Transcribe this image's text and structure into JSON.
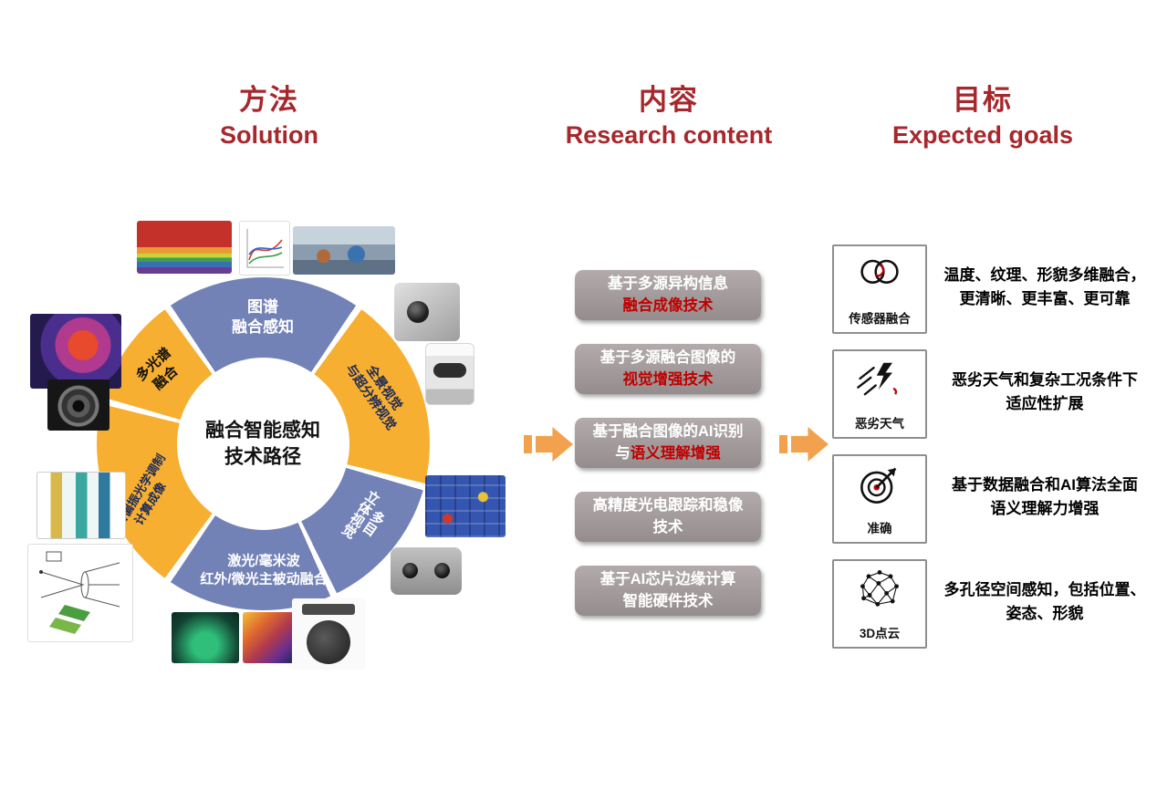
{
  "headers": {
    "solution": {
      "zh": "方法",
      "en": "Solution"
    },
    "research": {
      "zh": "内容",
      "en": "Research content"
    },
    "goals": {
      "zh": "目标",
      "en": "Expected goals"
    }
  },
  "wheel": {
    "center": {
      "line1": "融合智能感知",
      "line2": "技术路径"
    },
    "segments": {
      "top": {
        "line1": "图谱",
        "line2": "融合感知",
        "color": "blue"
      },
      "ne": {
        "line1": "全景视觉",
        "line2": "与超分辨视觉",
        "color": "yellow"
      },
      "se": {
        "line1": "多目",
        "line2": "立体视觉",
        "color": "blue"
      },
      "bottom": {
        "line1": "激光/毫米波",
        "line2": "红外/微光主被动融合",
        "color": "blue"
      },
      "sw": {
        "line1": "光谱偏振光学调制",
        "line2": "计算成像",
        "color": "yellow"
      },
      "nw": {
        "line1": "多光谱",
        "line2": "融合",
        "color": "yellow"
      }
    }
  },
  "research_boxes": [
    {
      "line1": "基于多源异构信息",
      "line2_red": "融合成像技术"
    },
    {
      "line1": "基于多源融合图像的",
      "line2_red": "视觉增强技术"
    },
    {
      "line1": "基于融合图像的AI识别",
      "line2_prefix": "与",
      "line2_red": "语义理解增强"
    },
    {
      "line1": "高精度光电跟踪和稳像",
      "line2": "技术"
    },
    {
      "line1": "基于AI芯片边缘计算",
      "line2": "智能硬件技术"
    }
  ],
  "goals": [
    {
      "icon": "sensor-fusion-icon",
      "caption": "传感器融合",
      "desc_line1": "温度、纹理、形貌多维融合，",
      "desc_line2": "更清晰、更丰富、更可靠"
    },
    {
      "icon": "harsh-weather-icon",
      "caption": "恶劣天气",
      "desc_line1": "恶劣天气和复杂工况条件下",
      "desc_line2": "适应性扩展"
    },
    {
      "icon": "accuracy-target-icon",
      "caption": "准确",
      "desc_line1": "基于数据融合和AI算法全面",
      "desc_line2": "语义理解力增强"
    },
    {
      "icon": "point-cloud-icon",
      "caption": "3D点云",
      "desc_line1": "多孔径空间感知，包括位置、",
      "desc_line2": "姿态、形貌"
    }
  ],
  "colors": {
    "header_red": "#A6272C",
    "ring_blue": "#7282B6",
    "ring_yellow": "#F7AF31",
    "box_gray": "#A39C9C",
    "accent_red": "#C00000",
    "arrow_orange": "#F2A24F",
    "label_navy": "#1C2A57"
  }
}
